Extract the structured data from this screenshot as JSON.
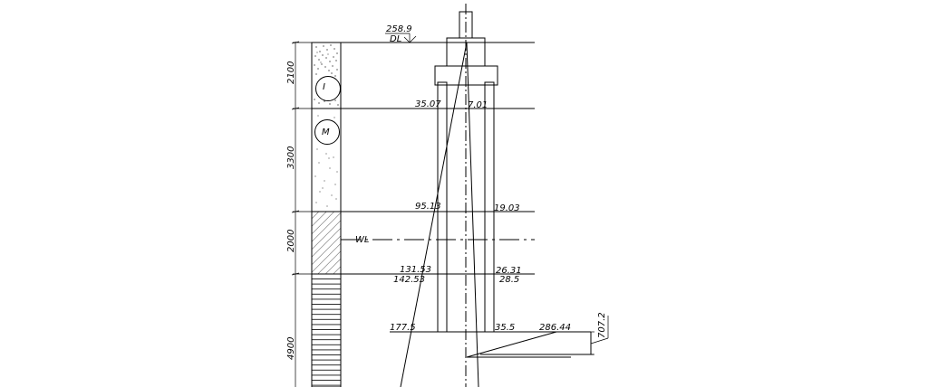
{
  "dimensions": {
    "d1": "2100",
    "d2": "3300",
    "d3": "2000",
    "d4": "4900"
  },
  "layers": {
    "fill_label": "I",
    "sand_label": "M"
  },
  "levels": {
    "dl_value": "258.9",
    "dl_label": "DL",
    "wl_label": "WL"
  },
  "values": {
    "v3507": "35.07",
    "v701": "7.01",
    "v9513": "95.13",
    "v1903": "19.03",
    "v13153": "131.53",
    "v2631": "26.31",
    "v14253": "142.53",
    "v285": "28.5",
    "v1775": "177.5",
    "v355": "35.5",
    "v28644": "286.44",
    "v7072": "707.2"
  }
}
